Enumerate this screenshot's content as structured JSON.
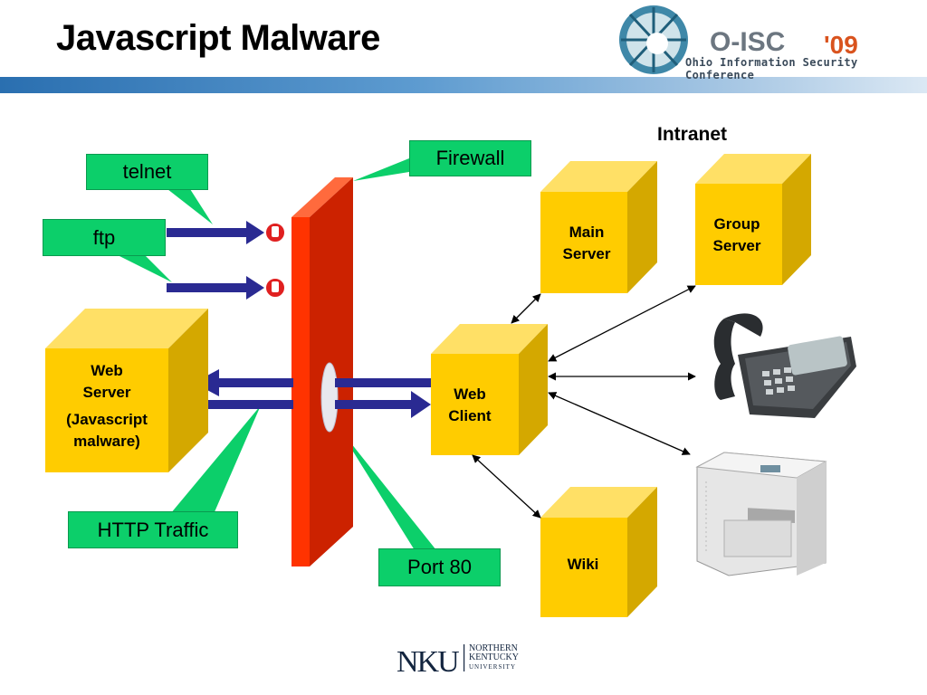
{
  "slide": {
    "title": "Javascript Malware",
    "intranet_label": "Intranet"
  },
  "logos": {
    "oisc_name": "O-ISC",
    "oisc_year": "'09",
    "oisc_subtitle": "Ohio Information Security Conference",
    "nku_line1": "NORTHERN",
    "nku_line2": "KENTUCKY",
    "nku_line3": "UNIVERSITY",
    "nku_mark": "NKU"
  },
  "callouts": {
    "telnet": "telnet",
    "ftp": "ftp",
    "firewall": "Firewall",
    "http_traffic": "HTTP Traffic",
    "port80": "Port 80"
  },
  "nodes": {
    "web_server": {
      "line1": "Web",
      "line2": "Server",
      "line3": "(Javascript",
      "line4": "malware)"
    },
    "web_client": {
      "line1": "Web",
      "line2": "Client"
    },
    "main_server": {
      "line1": "Main",
      "line2": "Server"
    },
    "group_server": {
      "line1": "Group",
      "line2": "Server"
    },
    "wiki": {
      "line1": "Wiki"
    }
  },
  "colors": {
    "box_front": "#ffcc00",
    "box_side": "#d4a800",
    "callout_green": "#0ccf6a",
    "firewall_front": "#ff3300",
    "arrow_blue": "#2a2a92"
  }
}
